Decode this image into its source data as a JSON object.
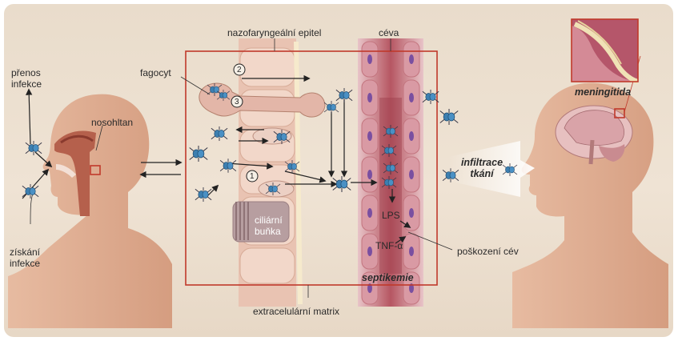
{
  "labels": {
    "epithelium": "nazofaryngeální epitel",
    "vessel": "céva",
    "phagocyte": "fagocyt",
    "transmission": "přenos\ninfekce",
    "nasopharynx": "nosohltan",
    "acquisition": "získání\ninfekce",
    "ciliated_cell": "ciliární\nbuňka",
    "lps": "LPS",
    "tnf": "TNF-α",
    "vessel_damage": "poškození cév",
    "septicemia": "septikemie",
    "matrix": "extracelulární matrix",
    "meningitis": "meningitida",
    "infiltration": "infiltrace\ntkání",
    "step1": "1",
    "step2": "2",
    "step3": "3"
  },
  "colors": {
    "frame": "#c0392b",
    "skin": "#dba98f",
    "bacterium": "#3d7fb0"
  }
}
